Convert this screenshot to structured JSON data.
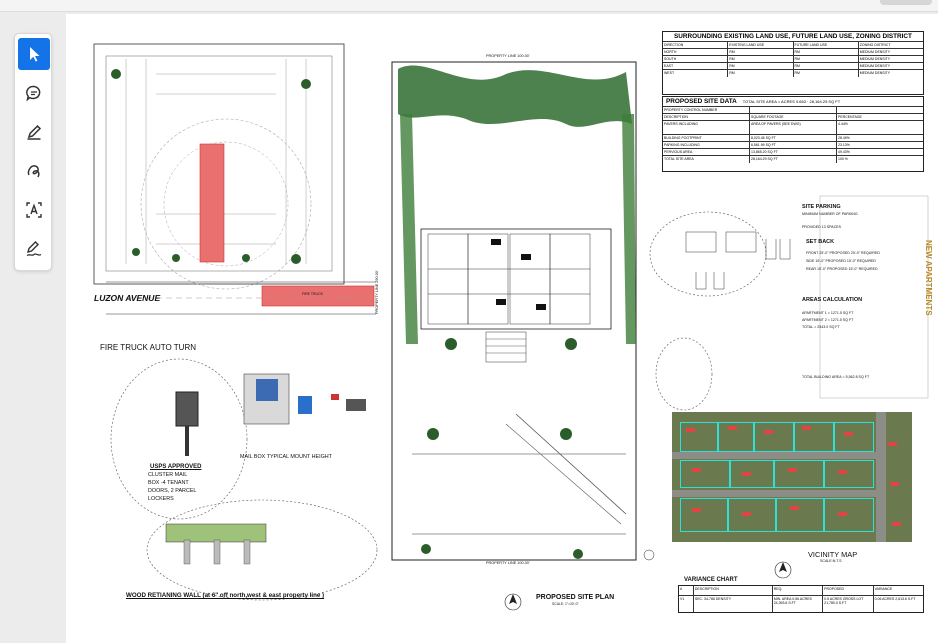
{
  "viewer": {
    "tools": [
      {
        "name": "select-tool",
        "icon": "cursor-icon",
        "active": true
      },
      {
        "name": "comment-tool",
        "icon": "comment-icon",
        "active": false
      },
      {
        "name": "highlight-tool",
        "icon": "pen-icon",
        "active": false
      },
      {
        "name": "draw-tool",
        "icon": "freehand-icon",
        "active": false
      },
      {
        "name": "text-tool",
        "icon": "text-box-icon",
        "active": false
      },
      {
        "name": "sign-tool",
        "icon": "signature-icon",
        "active": false
      }
    ],
    "accent_color": "#1473e6"
  },
  "plan": {
    "landuse": {
      "title": "SURROUNDING EXISTING LAND USE, FUTURE LAND USE, ZONING DISTRICT",
      "headers": [
        "DIRECTION",
        "EXISTING LAND USE",
        "FUTURE LAND USE",
        "ZONING DISTRICT"
      ],
      "rows": [
        [
          "NORTH",
          "RM",
          "RM",
          "MEDIUM DENSITY"
        ],
        [
          "SOUTH",
          "RM",
          "RM",
          "MEDIUM DENSITY"
        ],
        [
          "EAST",
          "RM",
          "RM",
          "MEDIUM DENSITY"
        ],
        [
          "WEST",
          "RM",
          "RM",
          "MEDIUM DENSITY"
        ]
      ]
    },
    "site_data": {
      "title": "PROPOSED SITE DATA",
      "subtitle": "TOTAL SITE AREA = ACRES 0.663 · 28,164.29 SQ FT",
      "rows": [
        [
          "PROPERTY CONTROL NUMBER",
          "",
          ""
        ],
        [
          "DESCRIPTION",
          "SQUARE FOOTAGE",
          "PERCENTAGE"
        ],
        [
          "PAVERS INCLUDING",
          "AREA OF PAVERS (SEE DWG)",
          "4.44%"
        ],
        [
          "BUILDING FOOTPRINT",
          "8,023.45 SQ FT",
          "28.49%"
        ],
        [
          "PARKING INCLUDING",
          "6,561.99 SQ FT",
          "23.13%"
        ],
        [
          "PERVIOUS AREA",
          "13,865.20 SQ FT",
          "49.43%"
        ],
        [
          "TOTAL SITE AREA",
          "28,164.29 SQ FT",
          "100 %"
        ]
      ]
    },
    "site_parking": {
      "title": "SITE PARKING",
      "lines": [
        "MINIMUM NUMBER OF PARKING",
        "PROVIDED 13 SPACES"
      ]
    },
    "setback": {
      "title": "SET BACK",
      "lines": [
        "FRONT 25'-0\" PROPOSED 25'-0\" REQUIRED",
        "SIDE 15'-0\" PROPOSED 15'-0\" REQUIRED",
        "REAR 15'-0\" PROPOSED 15'-0\" REQUIRED"
      ]
    },
    "areas": {
      "title": "AREAS CALCULATION",
      "lines": [
        "APARTMENT 1 = 1271.5 SQ FT",
        "APARTMENT 2 = 1271.5 SQ FT",
        "TOTAL = 2543.0 SQ FT",
        "TOTAL BUILDING AREA = 5,562.8 SQ FT"
      ]
    },
    "street": "LUZON AVENUE",
    "fire_truck_label": "FIRE TRUCK AUTO TURN",
    "fire_truck_box": "FIRE TRUCK",
    "mailbox_title": "MAIL BOX  TYPICAL MOUNT HEIGHT",
    "usps": [
      "USPS APPROVED",
      "CLUSTER MAIL",
      "BOX -4 TENANT",
      "DOORS, 2 PARCEL",
      "LOCKERS"
    ],
    "retaining_wall": "WOOD RETIANING WALL (at 6\" off north,west & east property line )",
    "proposed_site_plan": "PROPOSED SITE PLAN",
    "scale": "SCALE: 1\"=20'-0\"",
    "vicinity_map": "VICINITY MAP",
    "vicinity_scale": "SCALE:N.T.S",
    "variance": {
      "title": "VARIANCE CHART",
      "headers": [
        "#",
        "DESCRIPTION",
        "REQ.",
        "PROPOSED",
        "VARIANCE"
      ],
      "row": [
        "V1",
        "SEC. 34-786 DENSITY",
        "MIN. AREA 0.56 ACRES 24,393.6 S.FT",
        "0.5 ACRES GROSS LOT 21,780.0 S.FT",
        "0.06 ACRES 2,613.6 S.FT"
      ]
    },
    "property_line_top": "PROPERTY LINE 100.00'",
    "property_line_bottom": "PROPERTY LINE 100.00'",
    "property_line_side": "PROPERTY LINE 290.00'",
    "new_apartments": "NEW APARTMENTS"
  }
}
